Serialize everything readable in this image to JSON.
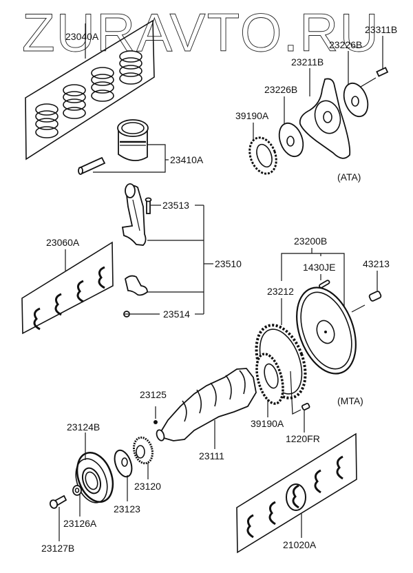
{
  "watermark": "ZURAVTO.RU",
  "variants": {
    "ata": "(ATA)",
    "mta": "(MTA)"
  },
  "parts": {
    "piston_ring_set": "23040A",
    "piston": "23410A",
    "conrod_bolt": "23513",
    "conrod_assy": "23510",
    "conrod_nut": "23514",
    "conrod_bearing_set": "23060A",
    "drive_plate_bolt": "23311B",
    "adapter_plate_rear": "23226B",
    "drive_plate": "23211B",
    "adapter_plate_front": "23226B",
    "sensor_wheel_ata": "39190A",
    "flywheel_assy": "23200B",
    "pin": "1430JE",
    "flywheel_bolt": "43213",
    "ring_gear": "23212",
    "sensor_wheel_mta": "39190A",
    "sensor_bolt": "1220FR",
    "key": "23125",
    "crankshaft": "23111",
    "damper_pulley": "23124B",
    "timing_sprocket": "23120",
    "flange": "23123",
    "washer": "23126A",
    "pulley_bolt": "23127B",
    "main_bearing_set": "21020A"
  }
}
